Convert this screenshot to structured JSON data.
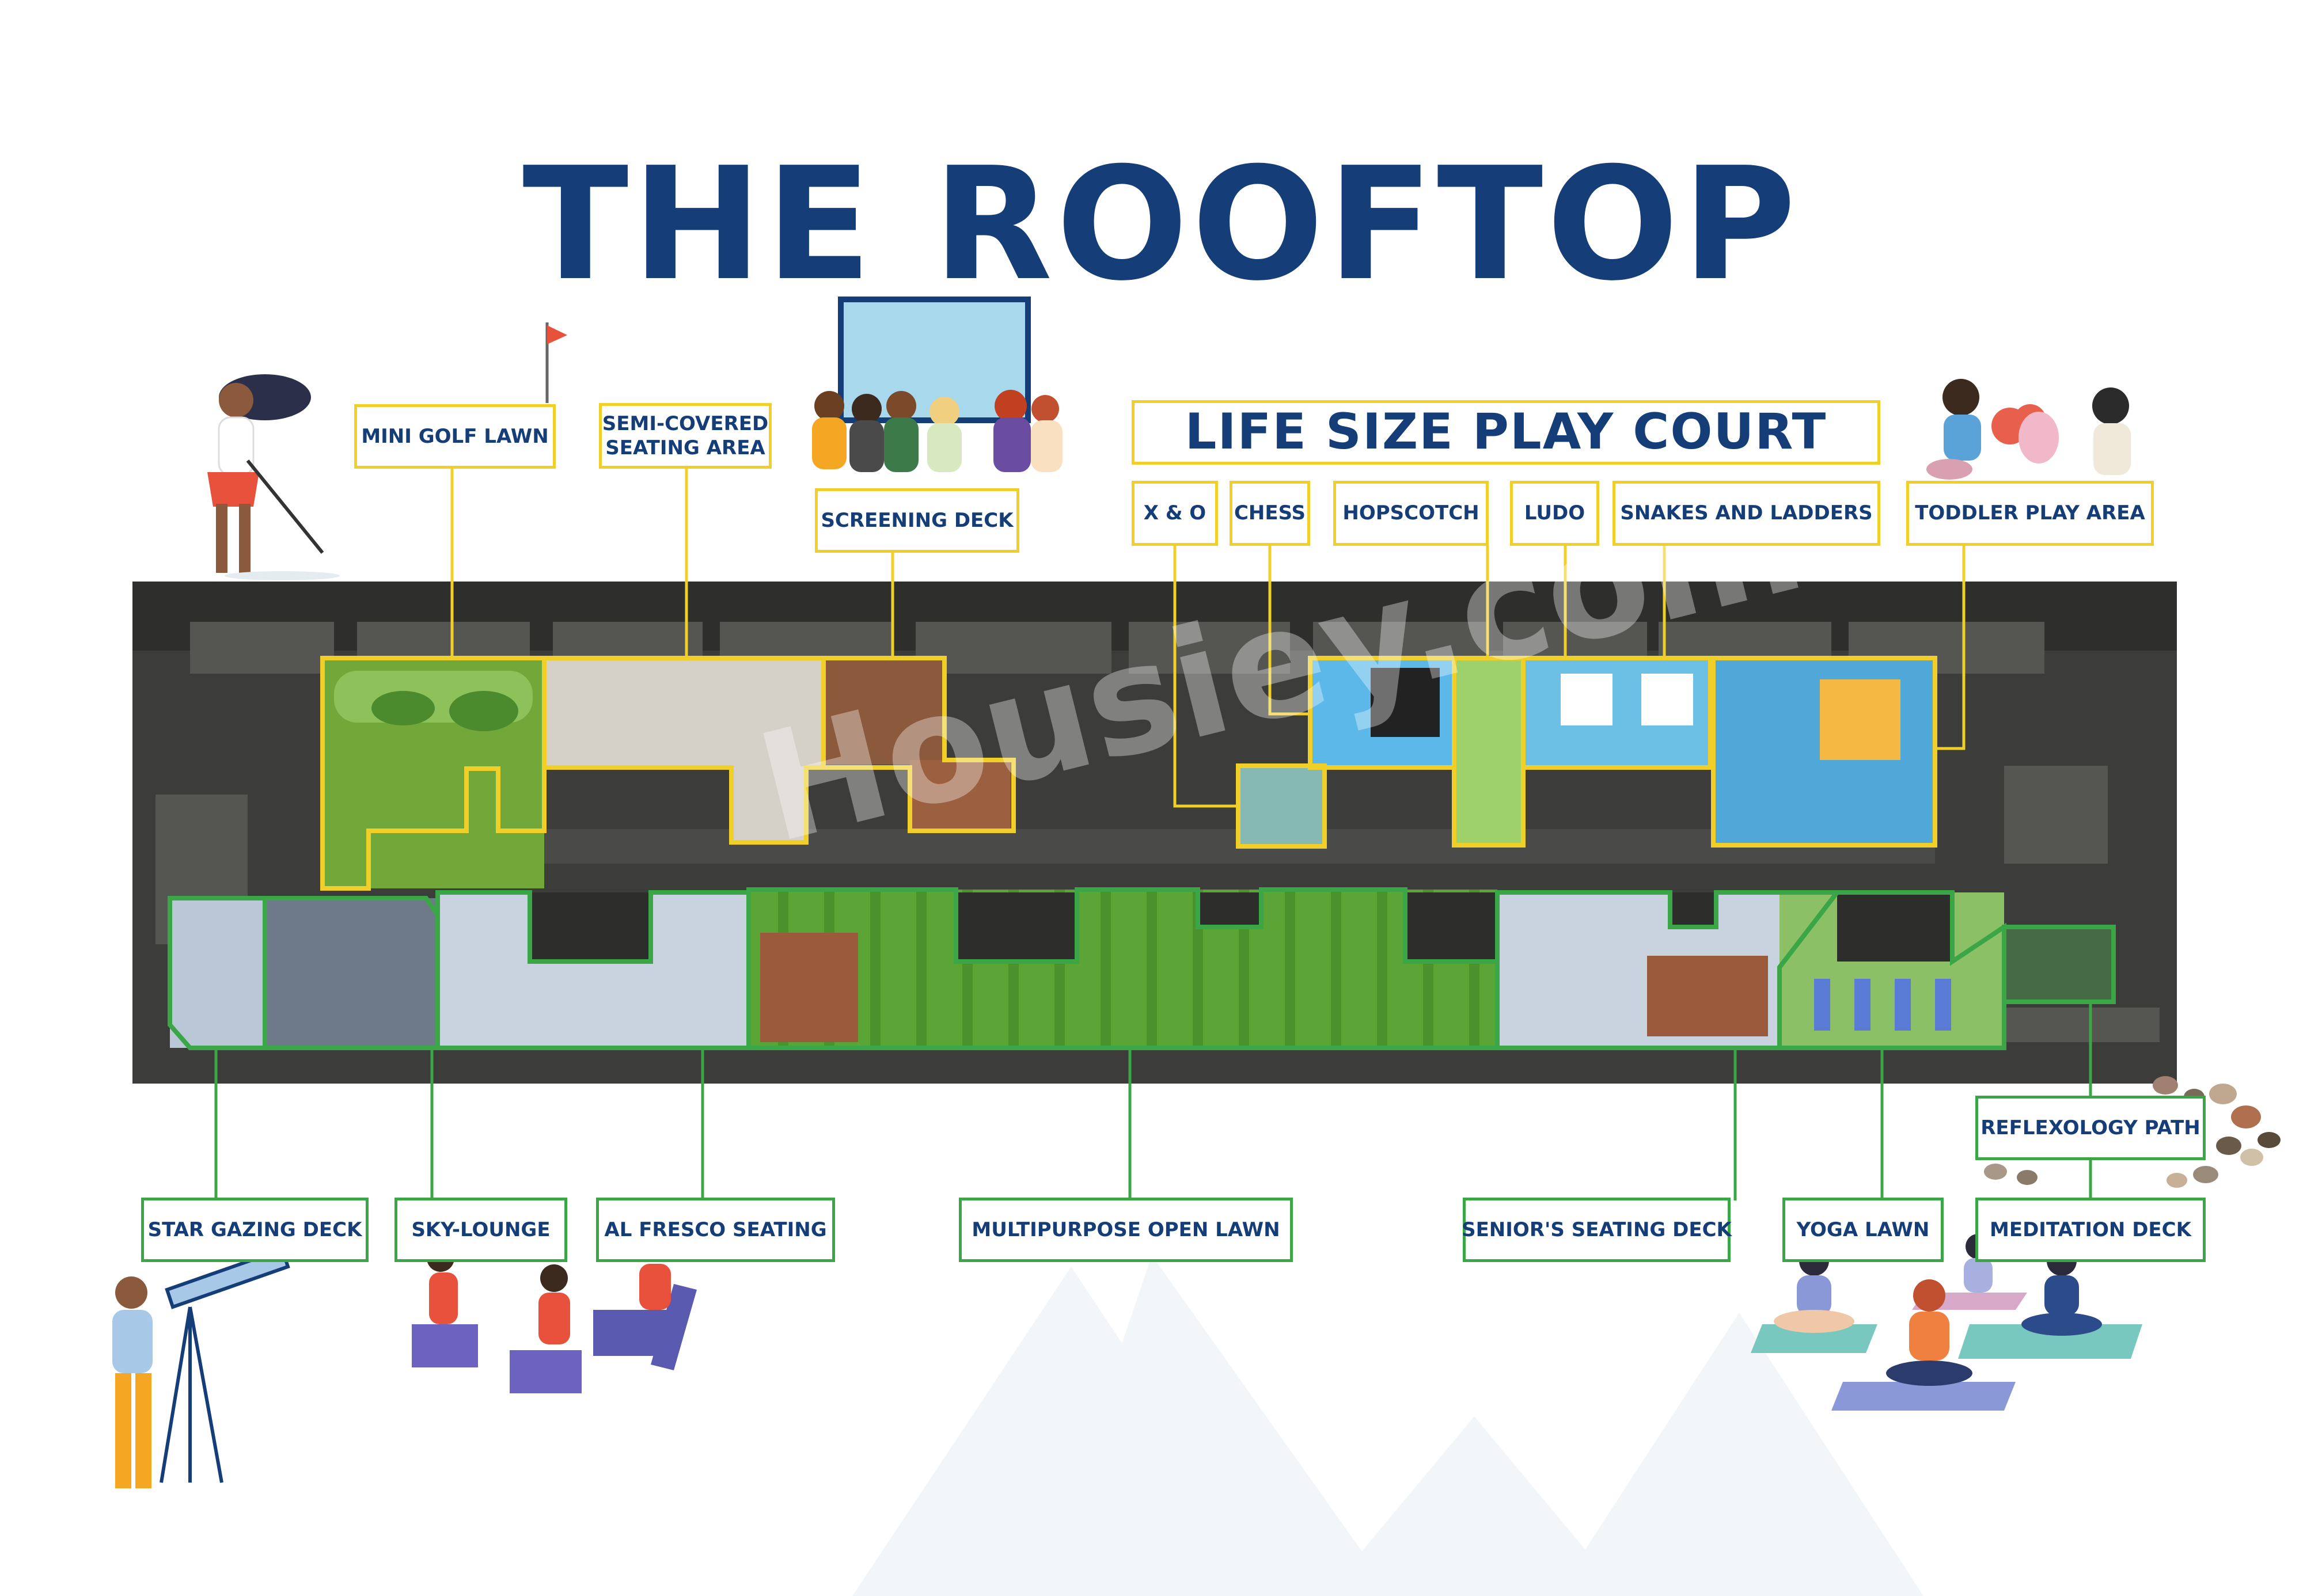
{
  "title": "THE ROOFTOP",
  "watermark": "Housiey.com",
  "play_court": {
    "heading": "LIFE SIZE PLAY COURT",
    "items": {
      "x_and_o": "X & O",
      "chess": "CHESS",
      "hopscotch": "HOPSCOTCH",
      "ludo": "LUDO",
      "snakes_and_ladders": "SNAKES AND LADDERS"
    }
  },
  "top_labels": {
    "mini_golf_lawn": "MINI GOLF LAWN",
    "semi_covered_line1": "SEMI-COVERED",
    "semi_covered_line2": "SEATING AREA",
    "screening_deck": "SCREENING DECK",
    "toddler_play_area": "TODDLER PLAY AREA"
  },
  "bottom_labels": {
    "star_gazing_deck": "STAR GAZING DECK",
    "sky_lounge": "SKY-LOUNGE",
    "al_fresco_seating": "AL FRESCO SEATING",
    "multipurpose_open_lawn": "MULTIPURPOSE OPEN LAWN",
    "seniors_seating_deck": "SENIOR'S SEATING DECK",
    "yoga_lawn": "YOGA LAWN",
    "meditation_deck": "MEDITATION DECK",
    "reflexology_path": "REFLEXOLOGY PATH"
  },
  "colors": {
    "title_blue": "#153e78",
    "yellow_zone": "#f0d028",
    "green_zone": "#3aa646",
    "roof_dark": "#3c3c3a"
  }
}
